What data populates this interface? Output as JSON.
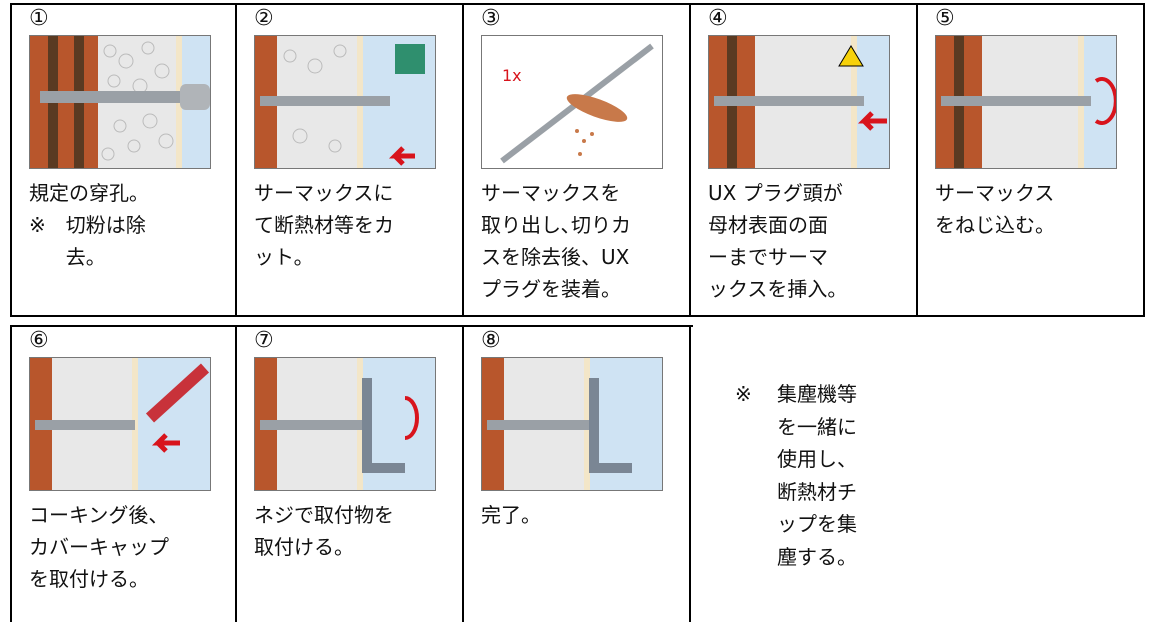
{
  "steps": [
    {
      "num": "①",
      "caption": "規定の穿孔。",
      "note_mark": "※",
      "note": "切粉は除\n去。",
      "image": "drill-bit-into-wall"
    },
    {
      "num": "②",
      "caption": "サーマックスに\nて断熱材等をカ\nット。",
      "image": "thermax-cutting-insulation"
    },
    {
      "num": "③",
      "caption": "サーマックスを\n取り出し､切りカ\nスを除去後、UX\nプラグを装着。",
      "image": "remove-chips-attach-plug"
    },
    {
      "num": "④",
      "caption": "UX プラグ頭が\n母材表面の面\nーまでサーマ\nックスを挿入。",
      "image": "insert-thermax"
    },
    {
      "num": "⑤",
      "caption": "サーマックス\nをねじ込む。",
      "image": "screw-in-thermax"
    },
    {
      "num": "⑥",
      "caption": "コーキング後、\nカバーキャップ\nを取付ける。",
      "image": "caulking-cover-cap"
    },
    {
      "num": "⑦",
      "caption": "ネジで取付物を\n取付ける。",
      "image": "attach-fixture-with-screw"
    },
    {
      "num": "⑧",
      "caption": "完了。",
      "image": "completed"
    }
  ],
  "side_note": {
    "mark": "※",
    "text": "集塵機等\nを一緒に\n使用し、\n断熱材チ\nップを集\n塵する。"
  },
  "colors": {
    "brick": "#b8562c",
    "insulation": "#e8e8e8",
    "sky": "#cfe3f3",
    "arrow": "#d8141c",
    "wood": "#8b5a2b",
    "border": "#000000"
  }
}
